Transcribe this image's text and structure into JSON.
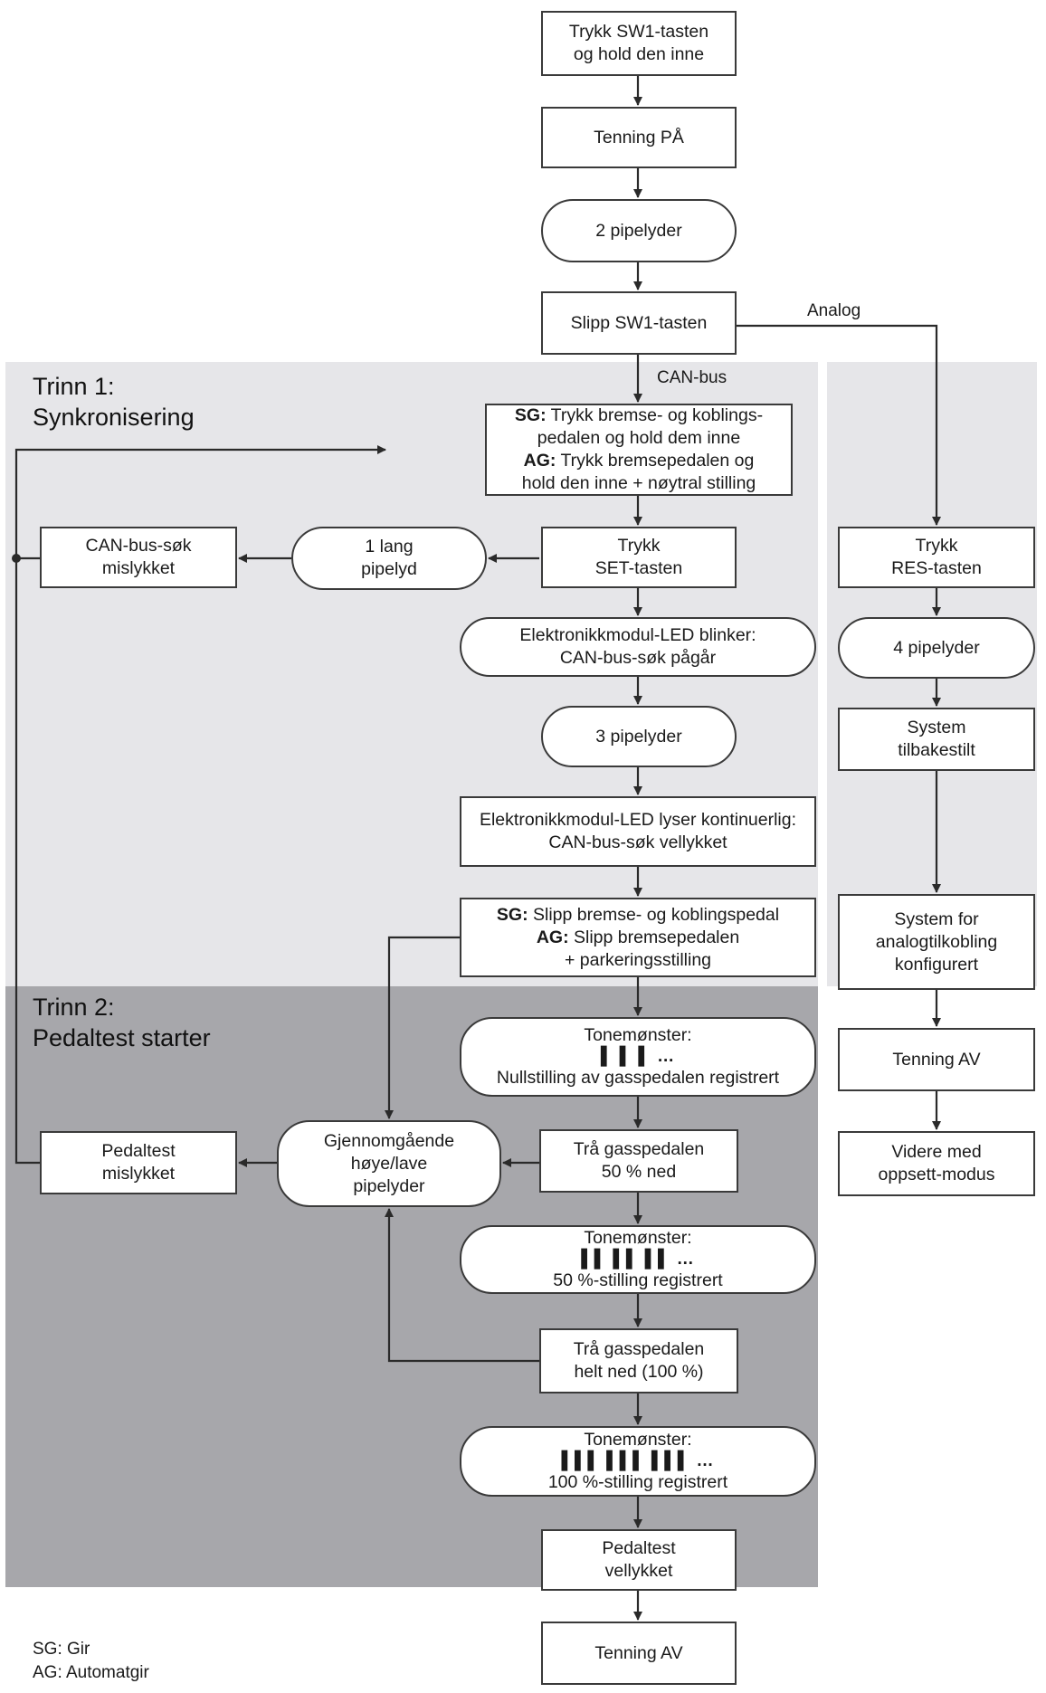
{
  "stage_1": {
    "label_line1": "Trinn 1:",
    "label_line2": "Synkronisering"
  },
  "stage_2": {
    "label_line1": "Trinn 2:",
    "label_line2": "Pedaltest starter"
  },
  "nodes": {
    "press_sw1": {
      "line1": "Trykk SW1-tasten",
      "line2": "og hold den inne"
    },
    "ignition_on": {
      "line1": "Tenning PÅ"
    },
    "two_beeps": {
      "line1": "2 pipelyder"
    },
    "release_sw1": {
      "line1": "Slipp SW1-tasten"
    },
    "press_pedals": {
      "sg_prefix": "SG:",
      "sg_line1": " Trykk bremse- og koblings-",
      "sg_line2": "pedalen og hold dem inne",
      "ag_prefix": "AG:",
      "ag_line1": " Trykk bremsepedalen og",
      "ag_line2": "hold den inne + nøytral stilling"
    },
    "press_set": {
      "line1": "Trykk",
      "line2": "SET-tasten"
    },
    "one_long_beep": {
      "line1": "1 lang",
      "line2": "pipelyd"
    },
    "canbus_fail": {
      "line1": "CAN-bus-søk",
      "line2": "mislykket"
    },
    "led_blinks": {
      "line1": "Elektronikkmodul-LED blinker:",
      "line2": "CAN-bus-søk pågår"
    },
    "three_beeps": {
      "line1": "3 pipelyder"
    },
    "led_continuous": {
      "line1": "Elektronikkmodul-LED lyser kontinuerlig:",
      "line2": "CAN-bus-søk vellykket"
    },
    "release_pedals": {
      "sg_prefix": "SG:",
      "sg_line1": " Slipp bremse- og koblingspedal",
      "ag_prefix": "AG:",
      "ag_line1": " Slipp bremsepedalen",
      "ag_line2": "+ parkeringsstilling"
    },
    "tone_zero": {
      "line1": "Tonemønster:",
      "pattern": "▌  ▌  ▌ …",
      "line2": "Nullstilling av gasspedalen registrert"
    },
    "press_50": {
      "line1": "Trå gasspedalen",
      "line2": "50 % ned"
    },
    "alt_beeps": {
      "line1": "Gjennomgående",
      "line2": "høye/lave",
      "line3": "pipelyder"
    },
    "pedaltest_fail": {
      "line1": "Pedaltest",
      "line2": "mislykket"
    },
    "tone_50": {
      "line1": "Tonemønster:",
      "pattern": "▌▌  ▌▌  ▌▌ …",
      "line2": "50 %-stilling registrert"
    },
    "press_100": {
      "line1": "Trå gasspedalen",
      "line2": "helt ned (100 %)"
    },
    "tone_100": {
      "line1": "Tonemønster:",
      "pattern": "▌▌▌ ▌▌▌ ▌▌▌ …",
      "line2": "100 %-stilling registrert"
    },
    "pedaltest_ok": {
      "line1": "Pedaltest",
      "line2": "vellykket"
    },
    "ignition_off": {
      "line1": "Tenning AV"
    },
    "press_res": {
      "line1": "Trykk",
      "line2": "RES-tasten"
    },
    "four_beeps": {
      "line1": "4 pipelyder"
    },
    "system_reset": {
      "line1": "System",
      "line2": "tilbakestilt"
    },
    "analog_cfg": {
      "line1": "System for",
      "line2": "analogtilkobling",
      "line3": "konfigurert"
    },
    "ignition_off_r": {
      "line1": "Tenning AV"
    },
    "setup_mode": {
      "line1": "Videre med",
      "line2": "oppsett-modus"
    }
  },
  "edge_labels": {
    "analog": "Analog",
    "canbus": "CAN-bus"
  },
  "legend": {
    "sg": "SG: Gir",
    "ag": "AG: Automatgir"
  },
  "colors": {
    "stage1_bg": "#e6e6e9",
    "stage2_bg": "#a7a7ab",
    "box_border": "#3a3a3a",
    "line": "#2a2a2a"
  }
}
